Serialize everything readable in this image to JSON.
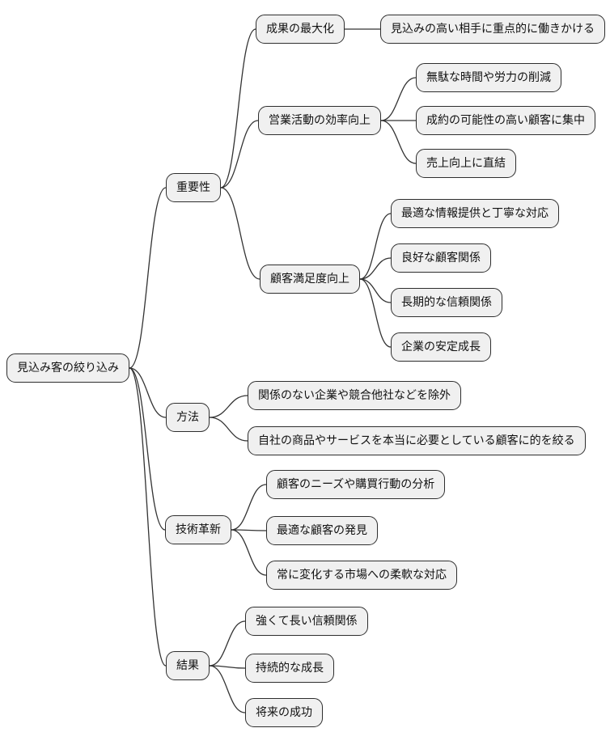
{
  "diagram": {
    "type": "mindmap",
    "background_color": "#ffffff",
    "node_fill_color": "#f0f0f0",
    "node_border_color": "#2e2e2e",
    "edge_color": "#333333",
    "root": {
      "label": "見込み客の絞り込み",
      "children": [
        {
          "label": "重要性",
          "children": [
            {
              "label": "成果の最大化",
              "children": [
                {
                  "label": "見込みの高い相手に重点的に働きかける"
                }
              ]
            },
            {
              "label": "営業活動の効率向上",
              "children": [
                {
                  "label": "無駄な時間や労力の削減"
                },
                {
                  "label": "成約の可能性の高い顧客に集中"
                },
                {
                  "label": "売上向上に直結"
                }
              ]
            },
            {
              "label": "顧客満足度向上",
              "children": [
                {
                  "label": "最適な情報提供と丁寧な対応"
                },
                {
                  "label": "良好な顧客関係"
                },
                {
                  "label": "長期的な信頼関係"
                },
                {
                  "label": "企業の安定成長"
                }
              ]
            }
          ]
        },
        {
          "label": "方法",
          "children": [
            {
              "label": "関係のない企業や競合他社などを除外"
            },
            {
              "label": "自社の商品やサービスを本当に必要としている顧客に的を絞る"
            }
          ]
        },
        {
          "label": "技術革新",
          "children": [
            {
              "label": "顧客のニーズや購買行動の分析"
            },
            {
              "label": "最適な顧客の発見"
            },
            {
              "label": "常に変化する市場への柔軟な対応"
            }
          ]
        },
        {
          "label": "結果",
          "children": [
            {
              "label": "強くて長い信頼関係"
            },
            {
              "label": "持続的な成長"
            },
            {
              "label": "将来の成功"
            }
          ]
        }
      ]
    }
  }
}
